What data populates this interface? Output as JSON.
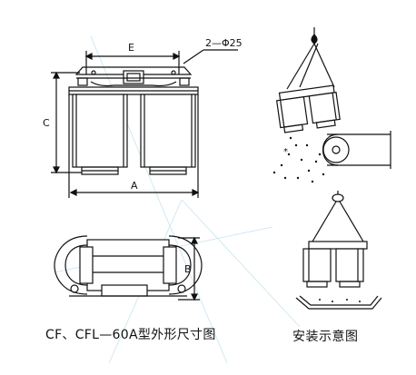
{
  "labels": {
    "dim_e": "E",
    "dim_hole": "2—Φ25",
    "dim_c": "C",
    "dim_a": "A",
    "dim_b": "B"
  },
  "captions": {
    "outline": "CF、CFL—60A型外形尺寸图",
    "install": "安装示意图"
  },
  "colors": {
    "line": "#111111",
    "background": "#ffffff",
    "watermark": "#9fd3e6"
  }
}
